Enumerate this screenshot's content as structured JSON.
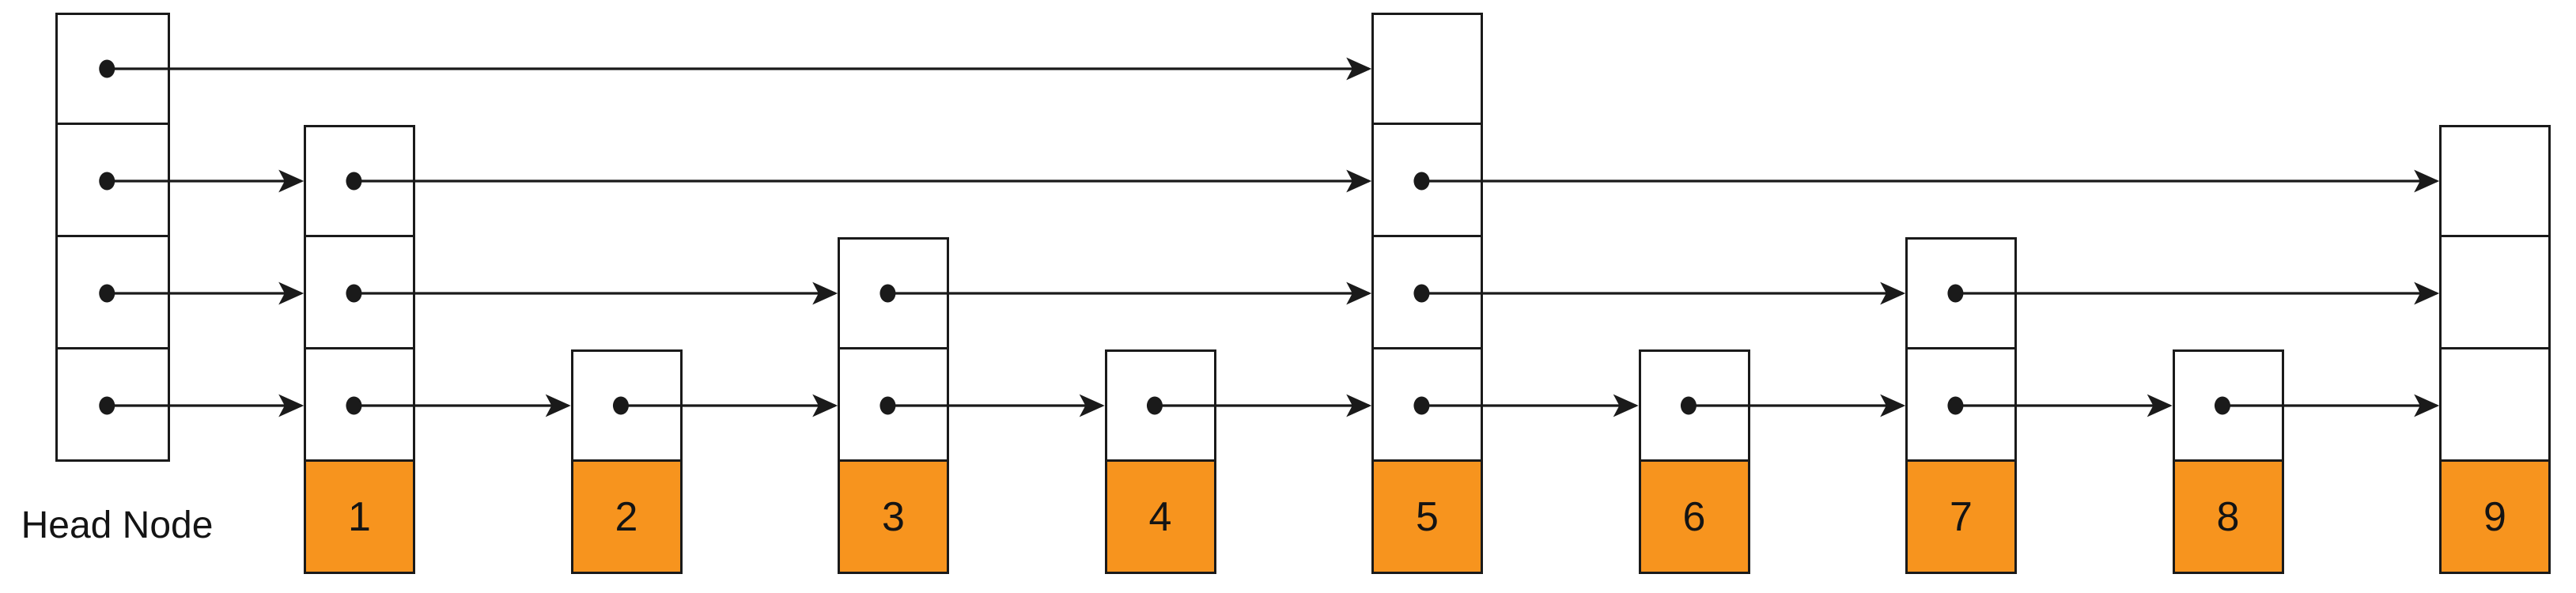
{
  "diagram": {
    "type": "skip-list",
    "head": {
      "id": "head",
      "label": "Head Node",
      "levels": 4
    },
    "nodes": [
      {
        "id": "1",
        "label": "1",
        "levels": 3
      },
      {
        "id": "2",
        "label": "2",
        "levels": 1
      },
      {
        "id": "3",
        "label": "3",
        "levels": 2
      },
      {
        "id": "4",
        "label": "4",
        "levels": 1
      },
      {
        "id": "5",
        "label": "5",
        "levels": 4
      },
      {
        "id": "6",
        "label": "6",
        "levels": 1
      },
      {
        "id": "7",
        "label": "7",
        "levels": 2
      },
      {
        "id": "8",
        "label": "8",
        "levels": 1
      },
      {
        "id": "9",
        "label": "9",
        "levels": 3
      }
    ],
    "links": {
      "level_4": [
        "head",
        "5"
      ],
      "level_3": [
        "head",
        "1",
        "5",
        "9"
      ],
      "level_2": [
        "head",
        "1",
        "3",
        "5",
        "7",
        "9"
      ],
      "level_1": [
        "head",
        "1",
        "2",
        "3",
        "4",
        "5",
        "6",
        "7",
        "8",
        "9"
      ]
    },
    "colors": {
      "value_fill": "#f7941e",
      "line": "#1a1a1a",
      "cell_fill": "#ffffff",
      "background": "#ffffff",
      "text": "#141414"
    }
  }
}
